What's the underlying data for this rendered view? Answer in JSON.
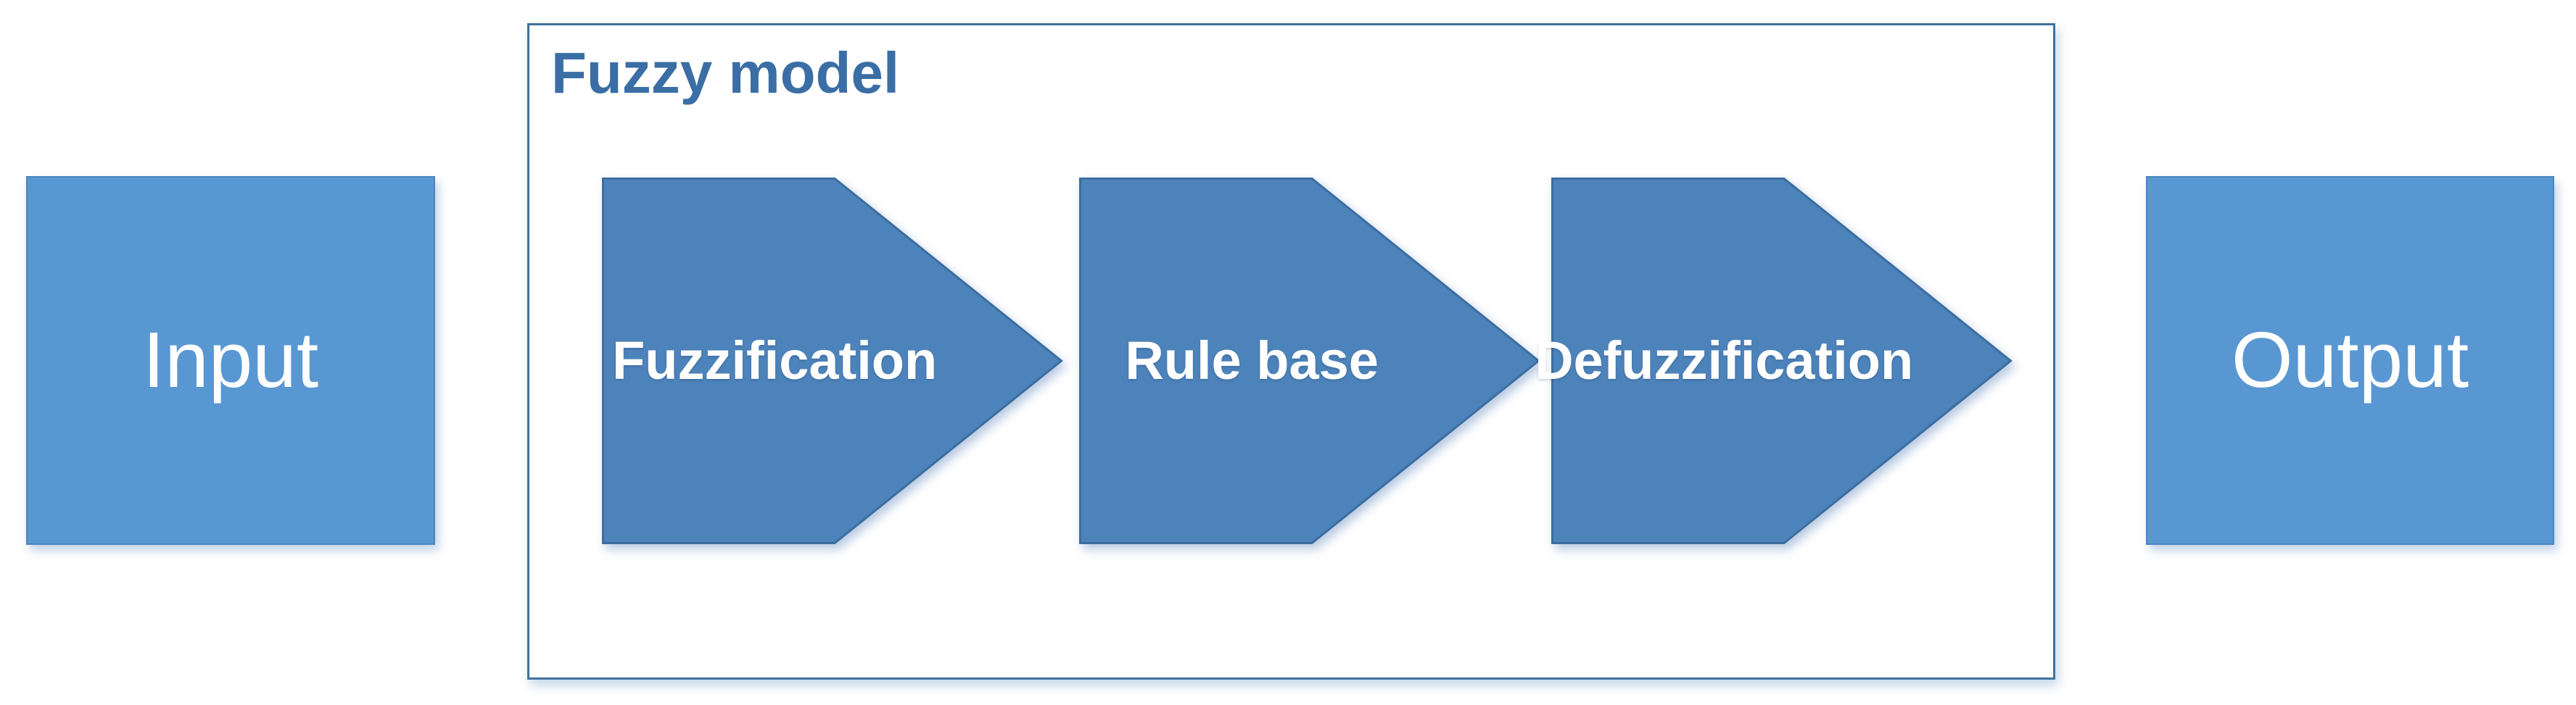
{
  "diagram": {
    "input_label": "Input",
    "output_label": "Output",
    "fuzzy_model": {
      "title": "Fuzzy model",
      "steps": [
        "Fuzzification",
        "Rule base",
        "Defuzzification"
      ]
    },
    "colors": {
      "box_fill": "#5997d3",
      "box_border": "#4a86c2",
      "arrow_fill": "#4d83bb",
      "arrow_border": "#3c6d9f",
      "container_border": "#41719c",
      "title_color": "#3a6ea5",
      "label_color": "#ffffff"
    }
  }
}
